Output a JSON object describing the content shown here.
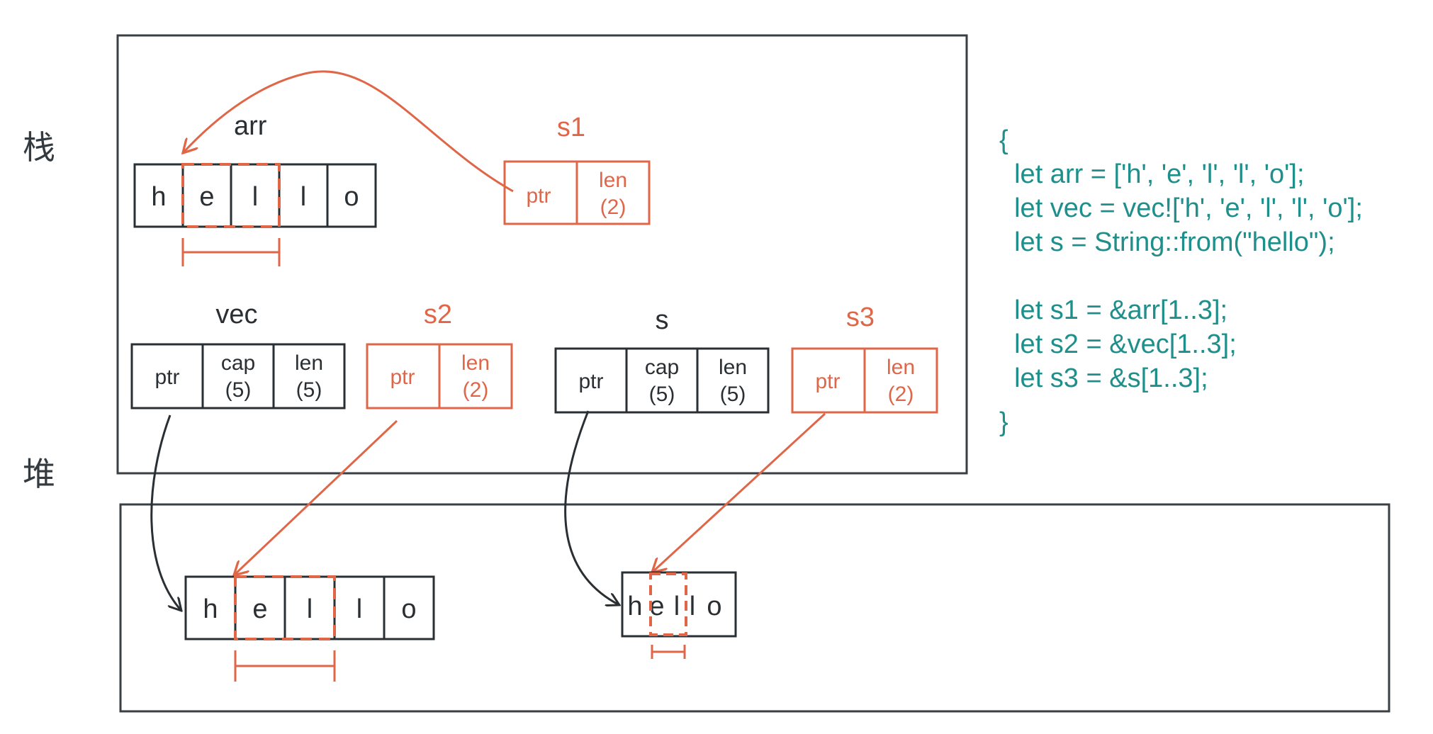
{
  "labels": {
    "stack": "栈",
    "heap": "堆"
  },
  "stack_vars": {
    "arr": {
      "name": "arr",
      "cells": [
        "h",
        "e",
        "l",
        "l",
        "o"
      ]
    },
    "s1": {
      "name": "s1",
      "ptr": "ptr",
      "len_label": "len",
      "len_value": "(2)"
    },
    "vec": {
      "name": "vec",
      "ptr": "ptr",
      "cap_label": "cap",
      "cap_value": "(5)",
      "len_label": "len",
      "len_value": "(5)"
    },
    "s2": {
      "name": "s2",
      "ptr": "ptr",
      "len_label": "len",
      "len_value": "(2)"
    },
    "s": {
      "name": "s",
      "ptr": "ptr",
      "cap_label": "cap",
      "cap_value": "(5)",
      "len_label": "len",
      "len_value": "(5)"
    },
    "s3": {
      "name": "s3",
      "ptr": "ptr",
      "len_label": "len",
      "len_value": "(2)"
    }
  },
  "heap": {
    "vec_cells": [
      "h",
      "e",
      "l",
      "l",
      "o"
    ],
    "string_chars": [
      "h",
      "e",
      "l",
      "l",
      "o"
    ]
  },
  "code": {
    "lines": [
      "{",
      "  let arr = ['h', 'e', 'l', 'l', 'o'];",
      "  let vec = vec!['h', 'e', 'l', 'l', 'o'];",
      "  let s = String::from(\"hello\");",
      "",
      "  let s1 = &arr[1..3];",
      "  let s2 = &vec[1..3];",
      "  let s3 = &s[1..3];",
      "}"
    ]
  },
  "colors": {
    "dark": "#2a2f33",
    "accent": "#e06648",
    "code": "#1e8f8a",
    "frame": "#3a3f44"
  }
}
